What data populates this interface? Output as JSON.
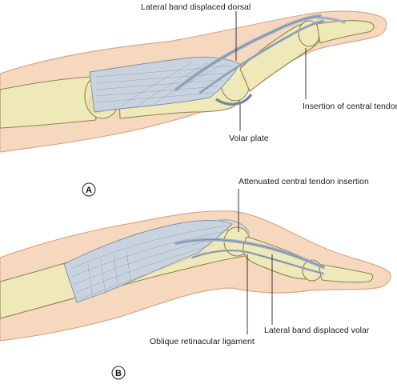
{
  "panels": [
    {
      "id": "A",
      "letter": "A",
      "labels": {
        "lateral_band": "Lateral band displaced dorsal",
        "central_tendon": "Insertion of central tendon",
        "volar_plate": "Volar plate"
      }
    },
    {
      "id": "B",
      "letter": "B",
      "labels": {
        "attenuated": "Attenuated central tendon insertion",
        "lateral_band": "Lateral band displaced volar",
        "oblique": "Oblique retinacular ligament"
      }
    }
  ],
  "colors": {
    "skin": "#f6d8bf",
    "bone": "#efe8b8",
    "tendon": "#c9d3df"
  }
}
